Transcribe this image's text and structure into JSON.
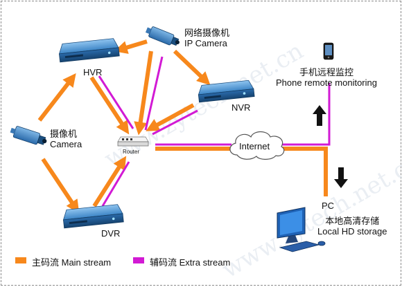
{
  "colors": {
    "main_stream": "#f7881c",
    "extra_stream": "#d21ad4",
    "device_blue": "#4a9ad8",
    "arrow_black": "#111111"
  },
  "nodes": {
    "hvr": {
      "label": "HVR"
    },
    "nvr": {
      "label": "NVR"
    },
    "dvr": {
      "label": "DVR"
    },
    "ip_camera": {
      "label_cn": "网络摄像机",
      "label_en": "IP Camera"
    },
    "camera": {
      "label_cn": "摄像机",
      "label_en": "Camera"
    },
    "router": {
      "label": "Router"
    },
    "internet": {
      "label": "Internet"
    },
    "phone": {
      "label_cn": "手机远程监控",
      "label_en": "Phone remote monitoring"
    },
    "pc": {
      "label": "PC",
      "label_cn": "本地高清存储",
      "label_en": "Local HD storage"
    }
  },
  "legend": {
    "main": "主码流 Main stream",
    "extra": "辅码流 Extra stream"
  },
  "watermark": "www.zytech.net.cn",
  "icons": [
    "phone-icon",
    "monitor-icon",
    "keyboard-icon",
    "mouse-icon",
    "camera-icon",
    "router-icon",
    "cloud-icon"
  ]
}
